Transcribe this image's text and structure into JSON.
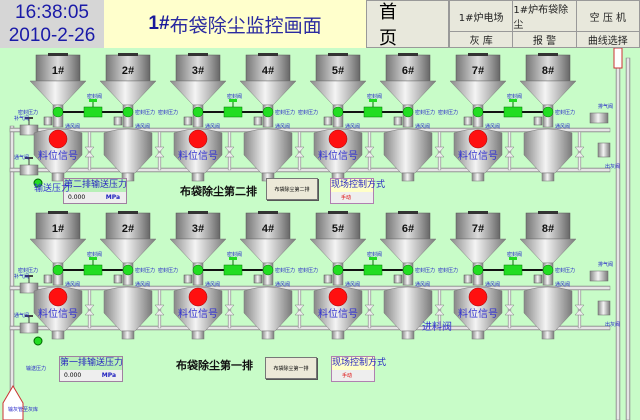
{
  "header": {
    "time": "16:38:05",
    "date": "2010-2-26",
    "title_prefix": "1#",
    "title": "布袋除尘监控画面",
    "home": "首 页",
    "nav": [
      "1#炉电场",
      "1#炉布袋除尘",
      "空 压 机",
      "灰    库",
      "报    警",
      "曲线选择"
    ]
  },
  "units": [
    "1#",
    "2#",
    "3#",
    "4#",
    "5#",
    "6#",
    "7#",
    "8#"
  ],
  "labels": {
    "seal_valve": "密封阀",
    "seal_pressure": "密封压力",
    "vent_valve": "通风阀",
    "level_signal": "料位信号",
    "make_up_valve": "补气阀",
    "air_valve": "通气阀",
    "feed_valve": "进料阀",
    "exhaust_valve": "排气阀",
    "outlet_valve": "出灰阀",
    "convey_pressure": "输送压力",
    "return_pipe": "输灰管至灰库"
  },
  "row2": {
    "title": "布袋除尘第二排",
    "button": "布袋除尘第二排",
    "pressure_title": "第二排输送压力",
    "pressure_value": "0.000",
    "pressure_unit": "MPa",
    "mode_title": "现场控制方式",
    "mode_value": "手动",
    "convey_label": "输送压力"
  },
  "row1": {
    "title": "布袋除尘第一排",
    "button": "布袋除尘第一排",
    "pressure_title": "第一排输送压力",
    "pressure_value": "0.000",
    "pressure_unit": "MPa",
    "mode_title": "现场控制方式",
    "mode_value": "手动",
    "convey_label": "输送压力"
  },
  "colors": {
    "bg": "#c8fcc8",
    "valve_green": "#22dd22",
    "level_red": "#ff1010"
  }
}
